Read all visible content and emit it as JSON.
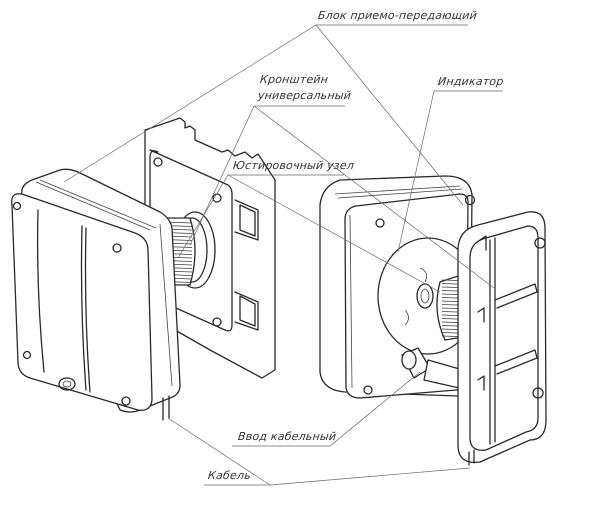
{
  "diagram": {
    "title": "Блок приемо-передающий — общий вид",
    "labels": {
      "transceiver_unit": "Блок приемо-передающий",
      "bracket_line1": "Кронштейн",
      "bracket_line2": "универсальный",
      "indicator": "Индикатор",
      "alignment_unit": "Юстировочный узел",
      "cable_gland": "Ввод кабельный",
      "cable": "Кабель"
    },
    "colors": {
      "line": "#2a2a2a",
      "leader": "#6a6a6a",
      "text": "#333333",
      "background": "#ffffff"
    }
  }
}
